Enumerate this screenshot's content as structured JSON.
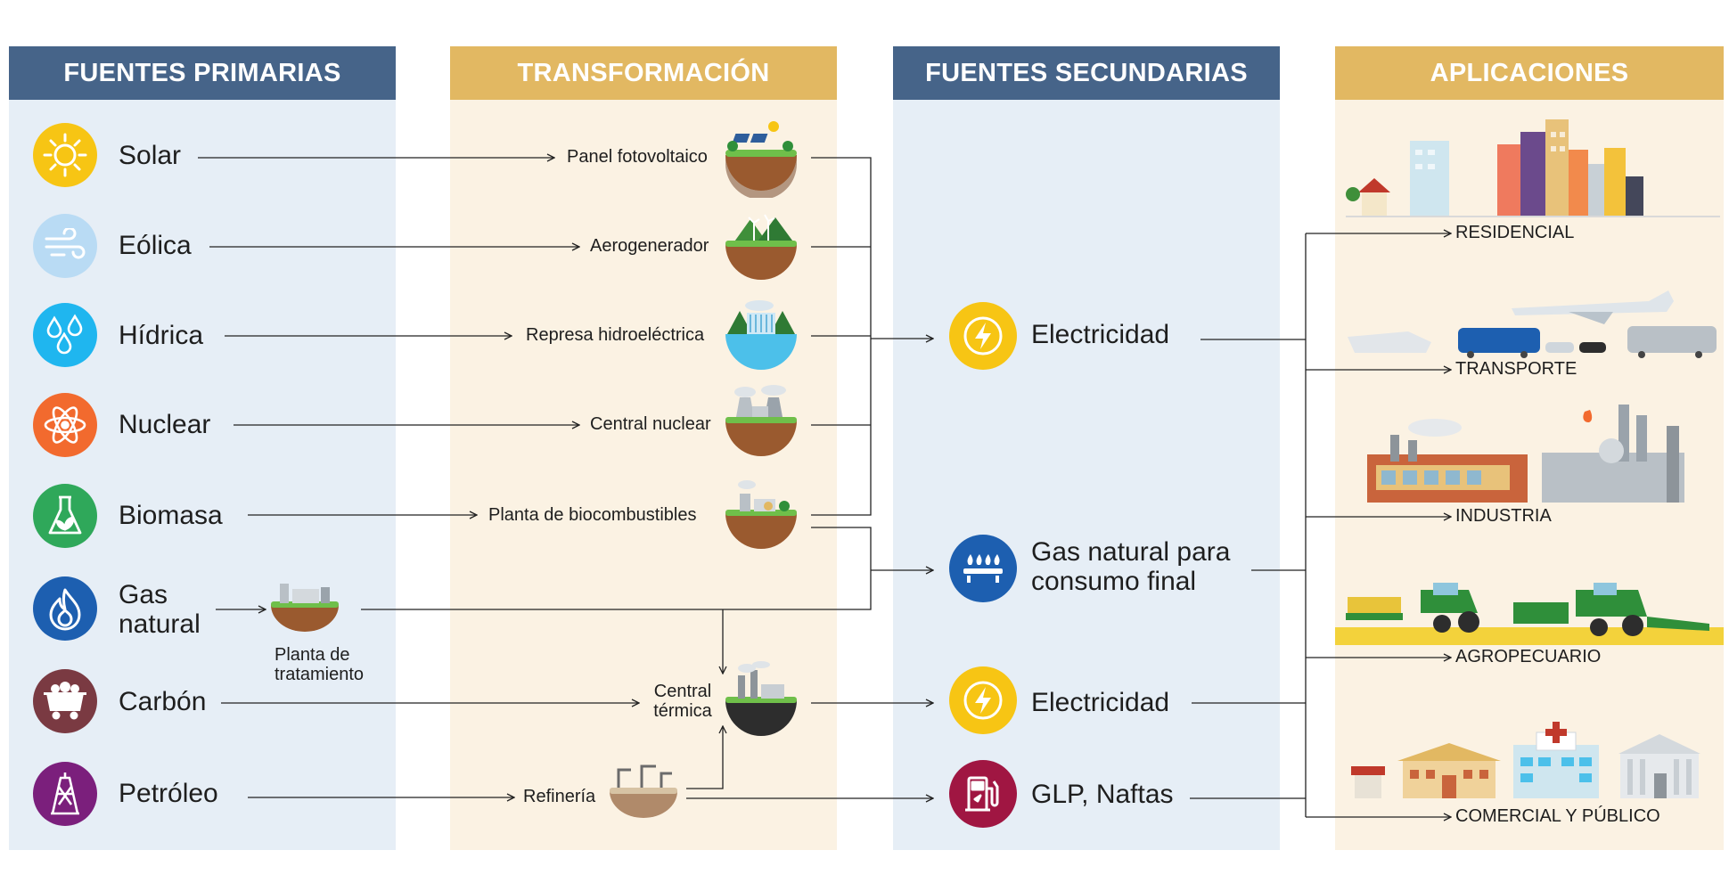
{
  "headers": {
    "primary": "FUENTES PRIMARIAS",
    "transform": "TRANSFORMACIÓN",
    "secondary": "FUENTES SECUNDARIAS",
    "applications": "APLICACIONES"
  },
  "primary_sources": [
    {
      "label": "Solar",
      "icon": "sun-icon",
      "color": "#f7c514"
    },
    {
      "label": "Eólica",
      "icon": "wind-icon",
      "color": "#b9dbf4"
    },
    {
      "label": "Hídrica",
      "icon": "water-drops-icon",
      "color": "#1fb6ef"
    },
    {
      "label": "Nuclear",
      "icon": "atom-icon",
      "color": "#f26a2e"
    },
    {
      "label": "Biomasa",
      "icon": "flask-leaf-icon",
      "color": "#2fa85a"
    },
    {
      "label": "Gas natural",
      "icon": "flame-icon",
      "color": "#1d5fb0"
    },
    {
      "label": "Carbón",
      "icon": "coal-cart-icon",
      "color": "#7a3a42"
    },
    {
      "label": "Petróleo",
      "icon": "oil-rig-icon",
      "color": "#7b1f7c"
    }
  ],
  "transformations": {
    "panel": "Panel fotovoltaico",
    "wind": "Aerogenerador",
    "hydro": "Represa hidroeléctrica",
    "nuclear": "Central nuclear",
    "bio": "Planta de biocombustibles",
    "treatment": "Planta de tratamiento",
    "thermal": "Central térmica",
    "refinery": "Refinería"
  },
  "secondary_sources": [
    {
      "label": "Electricidad",
      "icon": "lightning-icon",
      "color": "#f7c514"
    },
    {
      "label": "Gas natural para consumo final",
      "icon": "gas-burner-icon",
      "color": "#1d5fb0"
    },
    {
      "label": "Electricidad",
      "icon": "lightning-icon",
      "color": "#f7c514"
    },
    {
      "label": "GLP, Naftas",
      "icon": "fuel-pump-icon",
      "color": "#a01642"
    }
  ],
  "applications": [
    "RESIDENCIAL",
    "TRANSPORTE",
    "INDUSTRIA",
    "AGROPECUARIO",
    "COMERCIAL Y PÚBLICO"
  ]
}
